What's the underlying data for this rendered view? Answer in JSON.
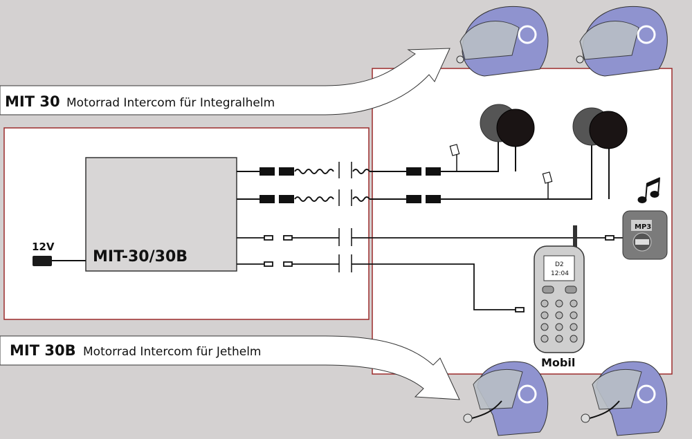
{
  "banner_top": {
    "model": "MIT 30",
    "desc": "Motorrad Intercom für Integralhelm"
  },
  "banner_bottom": {
    "model": "MIT 30B",
    "desc": "Motorrad Intercom für Jethelm"
  },
  "control_unit": {
    "label": "MIT-30/30B"
  },
  "power": {
    "label": "12V"
  },
  "phone": {
    "label": "Mobil",
    "screen_line1": "D2",
    "screen_line2": "12:04"
  },
  "mp3": {
    "label": "MP3"
  },
  "colors": {
    "background": "#d4d1d1",
    "frame": "#9b2b2b",
    "helmet": "#8f93cf",
    "visor": "#b9bfc6",
    "wire": "#111111"
  },
  "icons": [
    "helmet-integral-icon",
    "helmet-jet-icon",
    "headphone-icon",
    "microphone-icon",
    "music-note-icon",
    "mp3-player-icon",
    "mobile-phone-icon",
    "plug-icon"
  ]
}
